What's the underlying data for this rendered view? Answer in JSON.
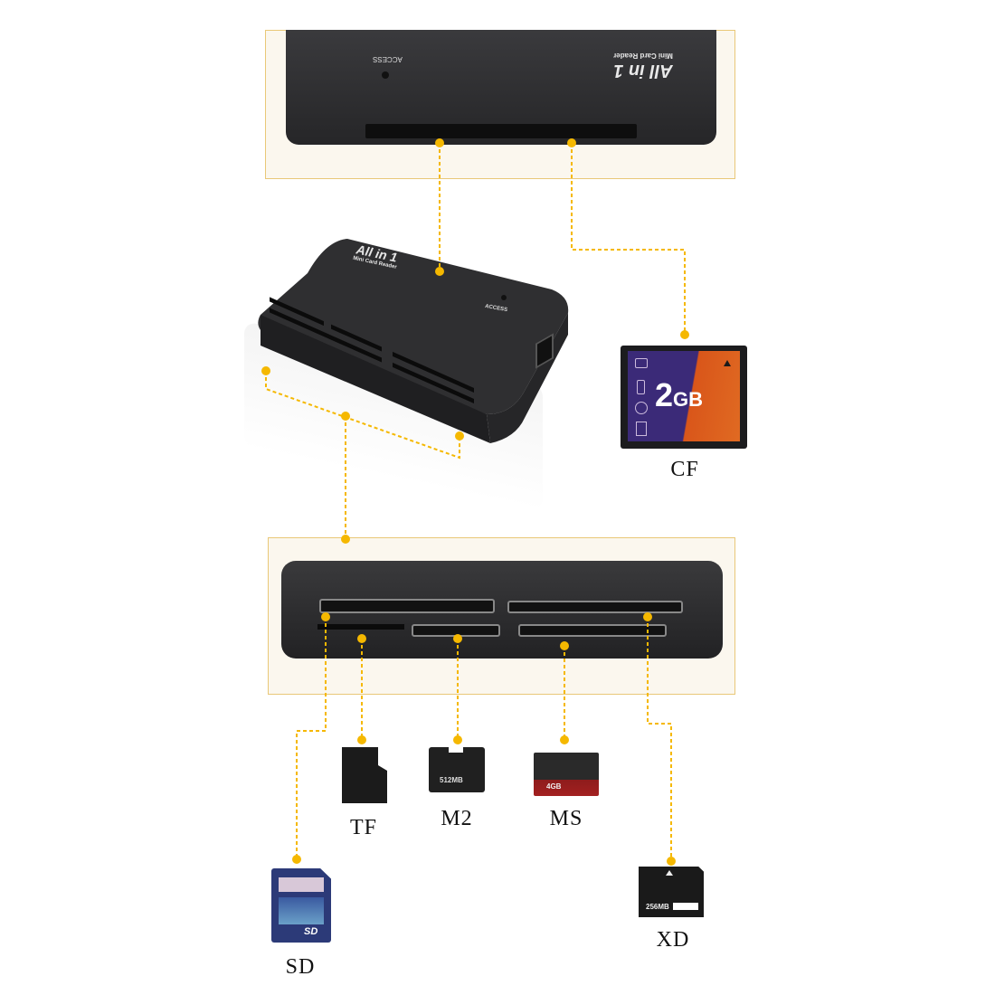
{
  "product": {
    "brand_line1": "All in 1",
    "brand_line2": "Mini Card Reader",
    "access_label": "ACCESS"
  },
  "cards": {
    "cf": {
      "label": "CF",
      "capacity_big": "2",
      "capacity_unit": "GB"
    },
    "tf": {
      "label": "TF"
    },
    "m2": {
      "label": "M2",
      "capacity": "512MB"
    },
    "ms": {
      "label": "MS",
      "capacity": "4GB"
    },
    "sd": {
      "label": "SD",
      "logo": "SD"
    },
    "xd": {
      "label": "XD",
      "capacity": "256MB"
    }
  },
  "colors": {
    "connector": "#f5b800",
    "frame_border": "#e9c878",
    "device_body": "#2d2d2f",
    "cf_purple": "#3b2a78",
    "cf_orange": "#d9561a"
  }
}
